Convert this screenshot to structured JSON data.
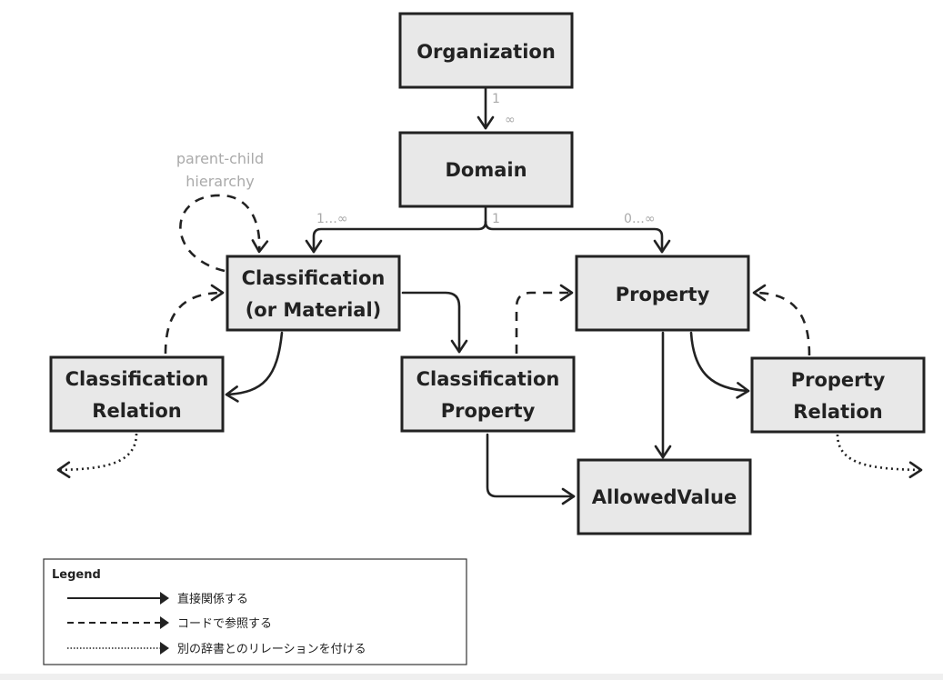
{
  "nodes": {
    "organization": {
      "lines": [
        "Organization"
      ]
    },
    "domain": {
      "lines": [
        "Domain"
      ]
    },
    "classification": {
      "lines": [
        "Classification",
        "(or Material)"
      ]
    },
    "property": {
      "lines": [
        "Property"
      ]
    },
    "classification_relation": {
      "lines": [
        "Classification",
        "Relation"
      ]
    },
    "classification_property": {
      "lines": [
        "Classification",
        "Property"
      ]
    },
    "property_relation": {
      "lines": [
        "Property",
        "Relation"
      ]
    },
    "allowed_value": {
      "lines": [
        "AllowedValue"
      ]
    }
  },
  "multiplicities": {
    "org_side": "1",
    "domain_side": "∞",
    "domain_out": "1",
    "to_classification": "1…∞",
    "to_property": "0…∞"
  },
  "annotations": {
    "self_loop_line1": "parent-child",
    "self_loop_line2": "hierarchy"
  },
  "legend": {
    "title": "Legend",
    "items": [
      {
        "style": "solid",
        "label": "直接関係する"
      },
      {
        "style": "dashed",
        "label": "コードで参照する"
      },
      {
        "style": "dotted",
        "label": "別の辞書とのリレーションを付ける"
      }
    ]
  }
}
